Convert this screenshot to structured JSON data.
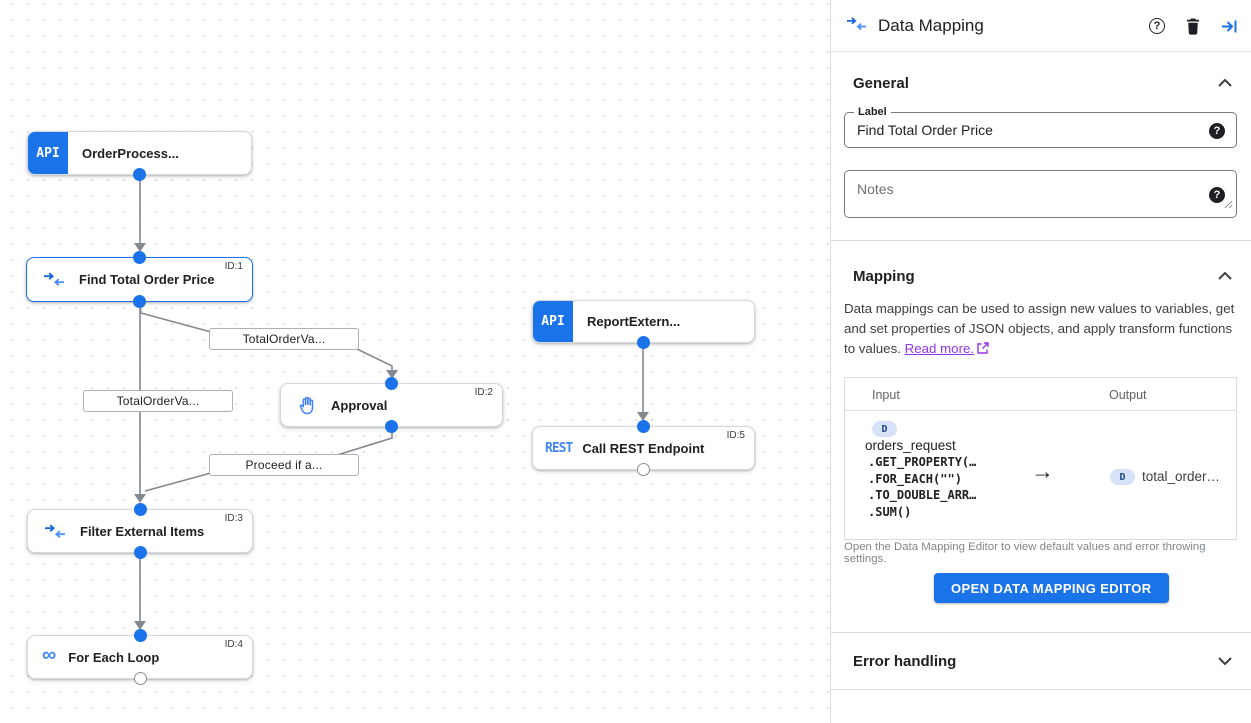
{
  "colors": {
    "accent": "#1a73e8",
    "node_icon_blue": "#4285f4",
    "link_purple": "#9334e6",
    "edge_gray": "#83898f",
    "type_badge_bg": "#d7e2f9",
    "type_badge_text": "#1c4587"
  },
  "icons": {
    "panel_title": "data-mapping-icon",
    "header": [
      "help-icon",
      "trash-icon",
      "collapse-panel-icon"
    ],
    "field_help_glyph": "?",
    "node_types": [
      "api-icon",
      "data-mapping-icon",
      "approval-hand-icon",
      "rest-icon",
      "loop-infinity-icon"
    ]
  },
  "canvas": {
    "nodes": [
      {
        "label": "OrderProcess...",
        "badge": "API"
      },
      {
        "label": "Find Total Order Price",
        "id_tag": "ID:1",
        "selected": true
      },
      {
        "label": "Approval",
        "id_tag": "ID:2"
      },
      {
        "label": "ReportExtern...",
        "badge": "API"
      },
      {
        "label": "Call REST Endpoint",
        "badge": "REST",
        "id_tag": "ID:5"
      },
      {
        "label": "Filter External Items",
        "id_tag": "ID:3"
      },
      {
        "label": "For Each Loop",
        "id_tag": "ID:4",
        "loop_glyph": "∞"
      }
    ],
    "edge_labels": [
      "TotalOrderVa...",
      "TotalOrderVa...",
      "Proceed if a..."
    ]
  },
  "panel": {
    "title": "Data Mapping",
    "general": {
      "title": "General",
      "label_field": {
        "label": "Label",
        "value": "Find Total Order Price"
      },
      "notes_field": {
        "placeholder": "Notes"
      }
    },
    "mapping": {
      "title": "Mapping",
      "description": "Data mappings can be used to assign new values to variables, get and set properties of JSON objects, and apply transform functions to values. ",
      "read_more": "Read more.",
      "table": {
        "input_header": "Input",
        "output_header": "Output",
        "arrow": "→",
        "input": {
          "type_badge": "D",
          "variable": "orders_request",
          "functions": ".GET_PROPERTY(…\n.FOR_EACH(\"\")\n.TO_DOUBLE_ARR…\n.SUM()"
        },
        "output": {
          "type_badge": "D",
          "variable": "total_order…"
        }
      },
      "caption": "Open the Data Mapping Editor to view default values and error throwing settings.",
      "open_editor_button": "OPEN DATA MAPPING EDITOR"
    },
    "error_handling": {
      "title": "Error handling"
    }
  }
}
